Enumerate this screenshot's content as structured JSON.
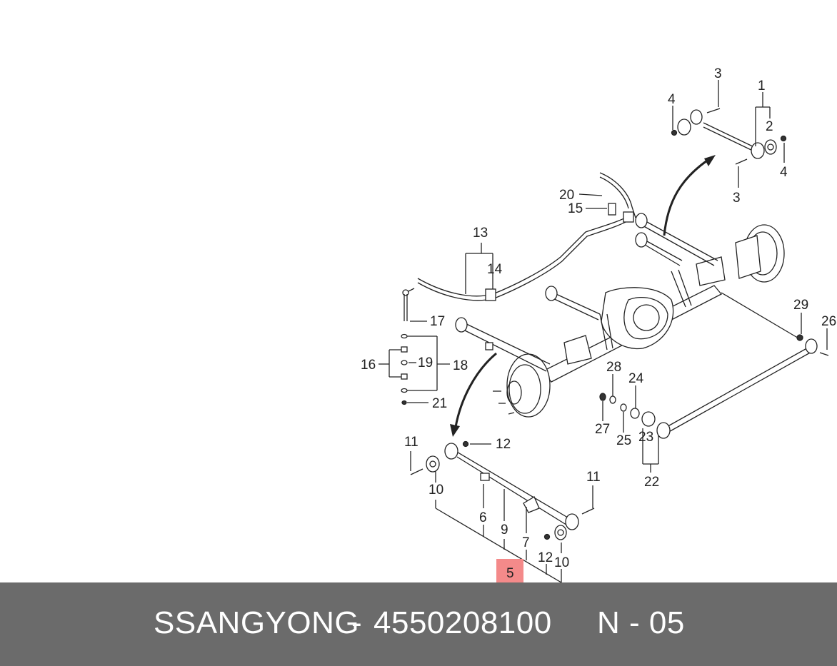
{
  "diagram": {
    "callouts": [
      "1",
      "2",
      "3",
      "4",
      "3",
      "4",
      "20",
      "15",
      "13",
      "14",
      "17",
      "16",
      "19",
      "18",
      "21",
      "29",
      "26",
      "28",
      "24",
      "27",
      "25",
      "23",
      "22",
      "11",
      "12",
      "10",
      "6",
      "9",
      "7",
      "11",
      "12",
      "10",
      "5"
    ],
    "highlighted_callout": "5",
    "colors": {
      "highlight": "#f48a8a",
      "line": "#222222"
    }
  },
  "footer": {
    "brand": "SSANGYONG",
    "separator": "-",
    "part_number": "4550208100",
    "page_ref": "N - 05",
    "background": "#6b6b6b"
  }
}
